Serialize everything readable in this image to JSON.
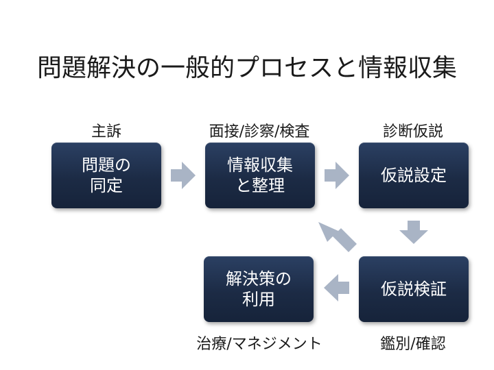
{
  "title": "問題解決の一般的プロセスと情報収集",
  "steps": [
    {
      "lines": [
        "問題の",
        "同定"
      ],
      "label": "主訴"
    },
    {
      "lines": [
        "情報収集",
        "と整理"
      ],
      "label": "面接/診察/検査"
    },
    {
      "lines": [
        "仮説設定"
      ],
      "label": "診断仮説"
    },
    {
      "lines": [
        "仮説検証"
      ],
      "label": "鑑別/確認"
    },
    {
      "lines": [
        "解決策の",
        "利用"
      ],
      "label": "治療/マネジメント"
    }
  ],
  "colors": {
    "box": "#1c2b45",
    "arrow": "#a9b4c5",
    "text": "#1a1a1a"
  }
}
